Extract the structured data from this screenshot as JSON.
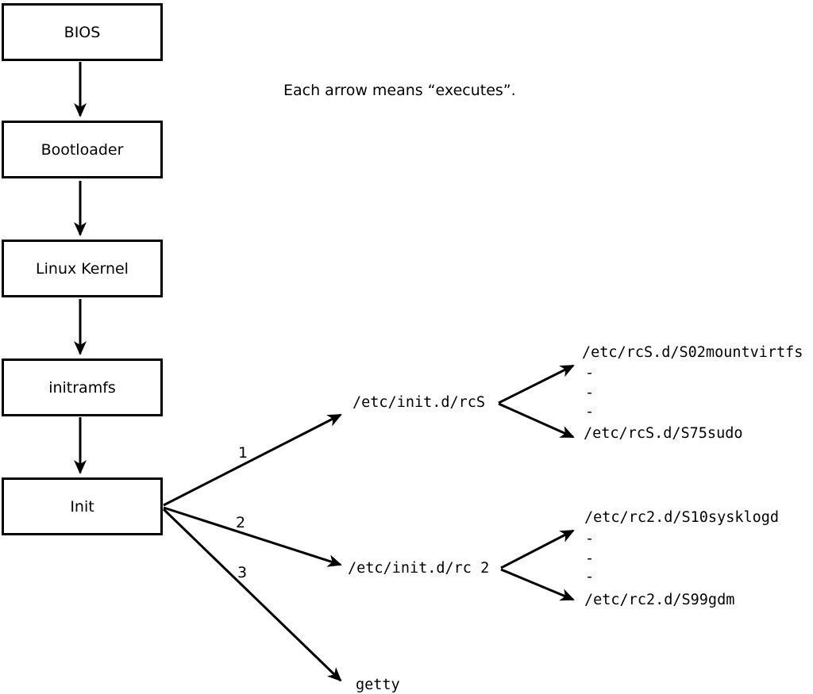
{
  "note": "Each arrow means “executes”.",
  "boxes": {
    "bios": "BIOS",
    "bootloader": "Bootloader",
    "kernel": "Linux Kernel",
    "initramfs": "initramfs",
    "init": "Init"
  },
  "branch_numbers": {
    "one": "1",
    "two": "2",
    "three": "3"
  },
  "targets": {
    "rcS": "/etc/init.d/rcS",
    "rc2": "/etc/init.d/rc 2",
    "getty": "getty"
  },
  "rcS_scripts": {
    "first": "/etc/rcS.d/S02mountvirtfs",
    "dash1": "-",
    "dash2": "-",
    "dash3": "-",
    "last": "/etc/rcS.d/S75sudo"
  },
  "rc2_scripts": {
    "first": "/etc/rc2.d/S10sysklogd",
    "dash1": "-",
    "dash2": "-",
    "dash3": "-",
    "last": "/etc/rc2.d/S99gdm"
  },
  "colors": {
    "stroke": "#000000",
    "background": "#ffffff"
  }
}
